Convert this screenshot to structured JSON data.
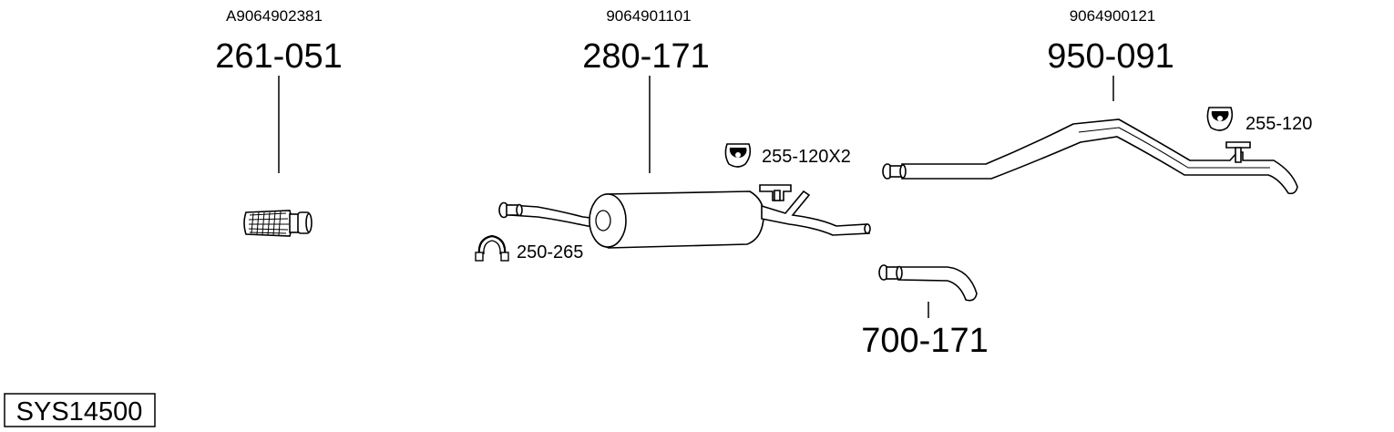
{
  "system": {
    "code": "SYS14500"
  },
  "parts": [
    {
      "oem": "A9064902381",
      "number": "261-051",
      "icon": "flex-pipe-icon"
    },
    {
      "oem": "9064901101",
      "number": "280-171",
      "icon": "middle-silencer-icon"
    },
    {
      "oem": "9064900121",
      "number": "950-091",
      "icon": "tail-pipe-icon"
    },
    {
      "oem": "",
      "number": "700-171",
      "icon": "tail-pipe-trim-icon"
    }
  ],
  "accessories": [
    {
      "number": "255-120X2",
      "icon": "rubber-hanger-icon"
    },
    {
      "number": "250-265",
      "icon": "clamp-icon"
    },
    {
      "number": "255-120",
      "icon": "rubber-hanger-icon"
    }
  ]
}
